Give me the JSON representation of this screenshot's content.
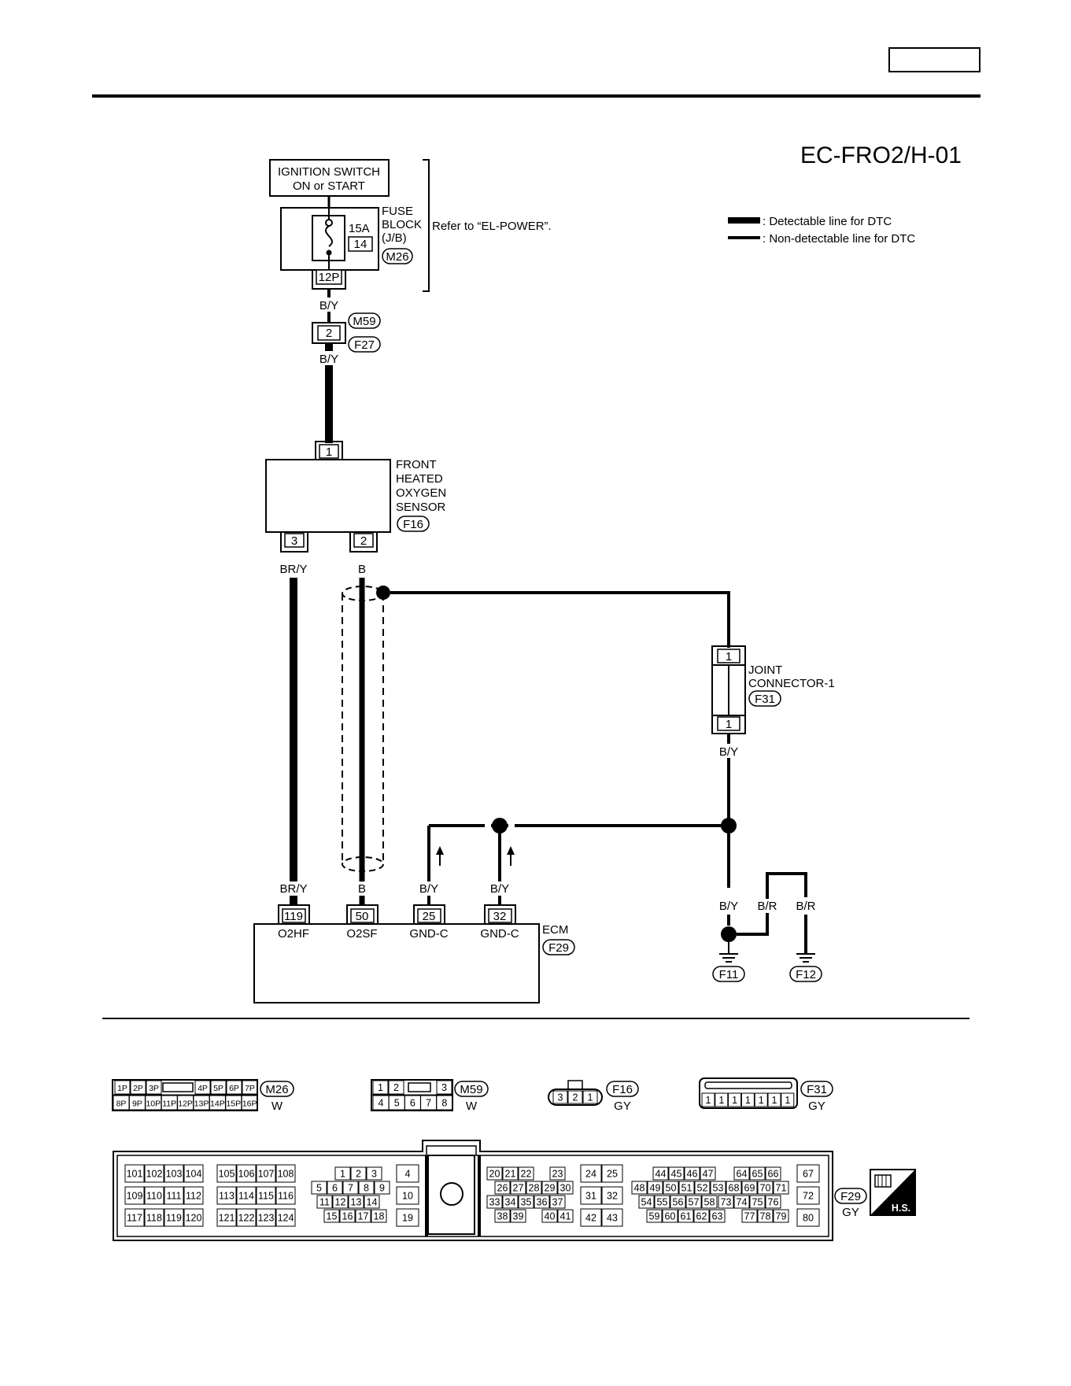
{
  "page": {
    "code": "EC-FRO2/H-01"
  },
  "legend": {
    "detectable": ": Detectable line for DTC",
    "non_detectable": ": Non-detectable line for DTC"
  },
  "ignition_switch": {
    "line1": "IGNITION SWITCH",
    "line2": "ON or START"
  },
  "fuse_block": {
    "amp": "15A",
    "number": "14",
    "label1": "FUSE",
    "label2": "BLOCK",
    "label3": "(J/B)",
    "connector": "M26",
    "terminal": "12P",
    "refer": "Refer to “EL-POWER”."
  },
  "inline_connector": {
    "pin": "2",
    "top": "M59",
    "bottom": "F27"
  },
  "sensor": {
    "label1": "FRONT",
    "label2": "HEATED",
    "label3": "OXYGEN",
    "label4": "SENSOR",
    "connector": "F16",
    "pin_top": "1",
    "pin_left": "3",
    "pin_right": "2"
  },
  "joint": {
    "label1": "JOINT",
    "label2": "CONNECTOR-1",
    "connector": "F31",
    "pin_top": "1",
    "pin_bottom": "1"
  },
  "ecm": {
    "label": "ECM",
    "connector": "F29",
    "pins": [
      "119",
      "50",
      "25",
      "32"
    ],
    "names": [
      "O2HF",
      "O2SF",
      "GND-C",
      "GND-C"
    ]
  },
  "grounds": [
    "F11",
    "F12"
  ],
  "wires": {
    "by": "B/Y",
    "bry": "BR/Y",
    "b": "B",
    "br": "B/R"
  },
  "connector_views": {
    "m26": {
      "id": "M26",
      "color": "W",
      "top": [
        "1P",
        "2P",
        "3P",
        "4P",
        "5P",
        "6P",
        "7P"
      ],
      "bottom": [
        "8P",
        "9P",
        "10P",
        "11P",
        "12P",
        "13P",
        "14P",
        "15P",
        "16P"
      ]
    },
    "m59": {
      "id": "M59",
      "color": "W",
      "top": [
        "1",
        "2",
        "3"
      ],
      "bottom": [
        "4",
        "5",
        "6",
        "7",
        "8"
      ]
    },
    "f16": {
      "id": "F16",
      "color": "GY",
      "pins": [
        "3",
        "2",
        "1"
      ]
    },
    "f31": {
      "id": "F31",
      "color": "GY",
      "pins": [
        "1",
        "1",
        "1",
        "1",
        "1",
        "1",
        "1"
      ]
    },
    "f29": {
      "id": "F29",
      "color": "GY",
      "badge": "H.S.",
      "a": [
        [
          "101",
          "102",
          "103",
          "104"
        ],
        [
          "109",
          "110",
          "111",
          "112"
        ],
        [
          "117",
          "118",
          "119",
          "120"
        ]
      ],
      "b": [
        [
          "105",
          "106",
          "107",
          "108"
        ],
        [
          "113",
          "114",
          "115",
          "116"
        ],
        [
          "121",
          "122",
          "123",
          "124"
        ]
      ],
      "c": [
        [
          "1",
          "2",
          "3"
        ],
        [
          "5",
          "6",
          "7",
          "8",
          "9"
        ],
        [
          "11",
          "12",
          "13",
          "14"
        ],
        [
          "15",
          "16",
          "17",
          "18"
        ]
      ],
      "d": [
        "4",
        "10",
        "19"
      ],
      "e": [
        [
          "20",
          "21",
          "22",
          "23"
        ],
        [
          "26",
          "27",
          "28",
          "29",
          "30"
        ],
        [
          "33",
          "34",
          "35",
          "36",
          "37"
        ],
        [
          "38",
          "39",
          "40",
          "41"
        ]
      ],
      "f": [
        [
          "24",
          "25"
        ],
        [
          "31",
          "32"
        ],
        [
          "42",
          "43"
        ]
      ],
      "g": [
        [
          "44",
          "45",
          "46",
          "47",
          "64",
          "65",
          "66"
        ],
        [
          "48",
          "49",
          "50",
          "51",
          "52",
          "53",
          "68",
          "69",
          "70",
          "71"
        ],
        [
          "54",
          "55",
          "56",
          "57",
          "58",
          "73",
          "74",
          "75",
          "76"
        ],
        [
          "59",
          "60",
          "61",
          "62",
          "63",
          "77",
          "78",
          "79"
        ]
      ],
      "h": [
        "67",
        "72",
        "80"
      ]
    }
  }
}
